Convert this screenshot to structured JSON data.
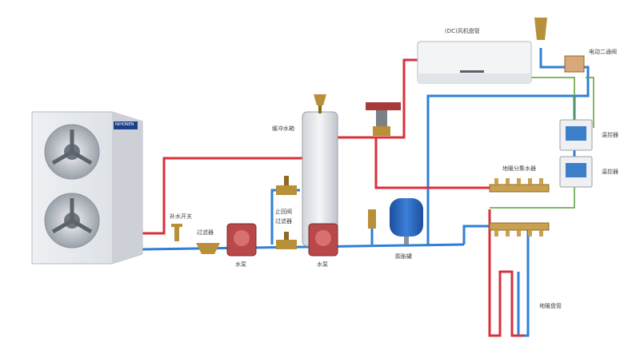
{
  "labels": {
    "fan_coil": "(DC)风机盘管",
    "room_thermostat_valve": "电动二通阀",
    "buffer_tank": "缓冲水箱",
    "thermostat_1": "温控器",
    "thermostat_2": "温控器",
    "manifold": "地暖分集水器",
    "fill_valve": "补水开关",
    "filter": "过滤器",
    "pump_1": "水泵",
    "pump_2": "水泵",
    "check_valve": "止回阀",
    "check_valve_2": "过滤器",
    "expansion_tank": "膨胀罐",
    "floor_coil": "地暖盘管",
    "heat_pump_badge": "NIHONEN"
  },
  "colors": {
    "hot_pipe": "#d9303a",
    "cold_pipe": "#2f7fd6",
    "signal_wire": "#5a9e3a",
    "tank_blue": "#2a63b8",
    "valve_gold": "#b8903a",
    "pump_red": "#b8484a"
  },
  "icons": [
    "fan-icon",
    "tank-icon",
    "pump-icon",
    "valve-icon",
    "thermostat-icon",
    "manifold-icon",
    "expansion-tank-icon"
  ]
}
